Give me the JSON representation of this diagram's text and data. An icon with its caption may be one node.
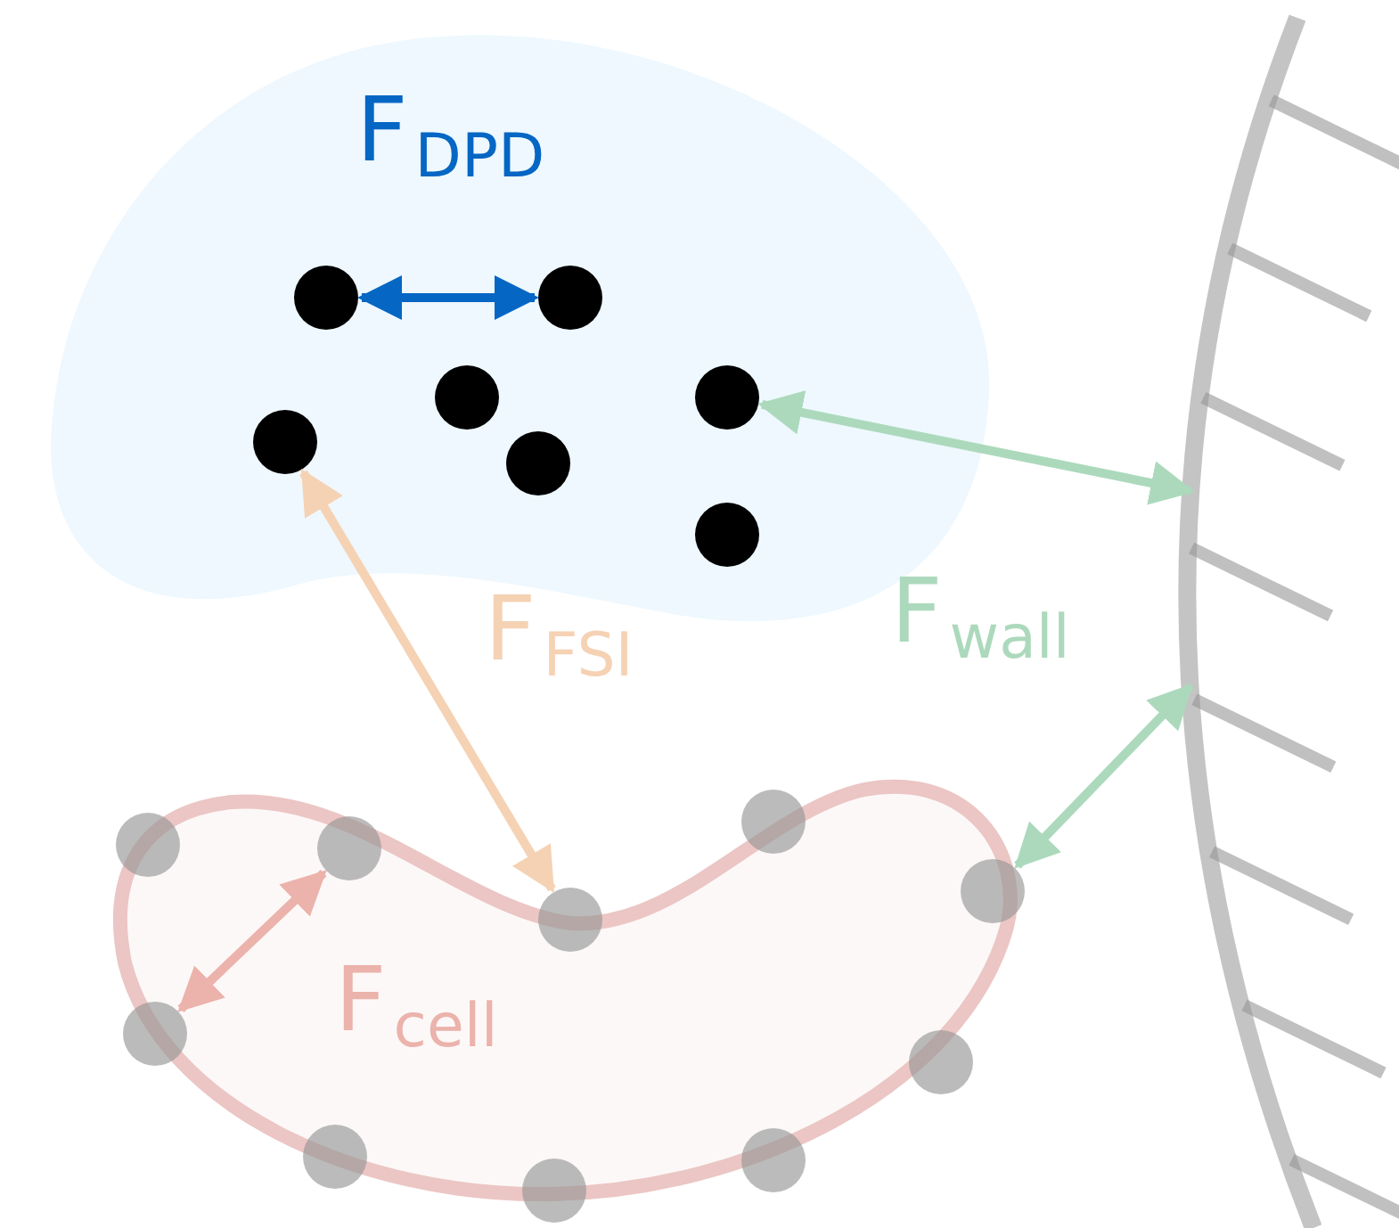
{
  "diagram": {
    "nodes": [
      {
        "text": [],
        "shape": "cloud"
      },
      {
        "text": [],
        "shape": "circle",
        "in": 0
      },
      {
        "text": [],
        "shape": "circle",
        "in": 0
      },
      {
        "text": [],
        "shape": "circle",
        "in": 0
      },
      {
        "text": [],
        "shape": "circle",
        "in": 0
      },
      {
        "text": [],
        "shape": "circle",
        "in": 0
      },
      {
        "text": [],
        "shape": "circle",
        "in": 0
      },
      {
        "text": [],
        "shape": "circle",
        "in": 0
      },
      {
        "text": [],
        "shape": "cloud"
      },
      {
        "text": [],
        "shape": "circle",
        "in": 8
      },
      {
        "text": [],
        "shape": "circle",
        "in": 8
      },
      {
        "text": [],
        "shape": "circle",
        "in": 8
      },
      {
        "text": [],
        "shape": "circle",
        "in": 8
      },
      {
        "text": [],
        "shape": "circle",
        "in": 8
      },
      {
        "text": [],
        "shape": "circle",
        "in": 8
      },
      {
        "text": [],
        "shape": "circle",
        "in": 8
      },
      {
        "text": [],
        "shape": "circle",
        "in": 8
      },
      {
        "text": [],
        "shape": "circle",
        "in": 8
      },
      {
        "text": [],
        "shape": "circle",
        "in": 8
      },
      {
        "text": [],
        "shape": "bar"
      }
    ],
    "edges": [
      {
        "from": 2,
        "to": 5,
        "arrow": "both",
        "color": "#0566c4"
      },
      {
        "from": 6,
        "to": 19,
        "arrow": "both",
        "color": "#acd9bc"
      },
      {
        "from": 18,
        "to": 19,
        "arrow": "both",
        "color": "#acd9bc"
      },
      {
        "from": 1,
        "to": 14,
        "arrow": "both",
        "color": "#f5d2b4"
      },
      {
        "from": 11,
        "to": 10,
        "arrow": "both",
        "color": "#ebb3ab"
      }
    ],
    "labels": [
      "F$_{DPD}$",
      "F$_{wall}$",
      "F$_{FSI}$",
      "F$_{cell}$"
    ]
  }
}
